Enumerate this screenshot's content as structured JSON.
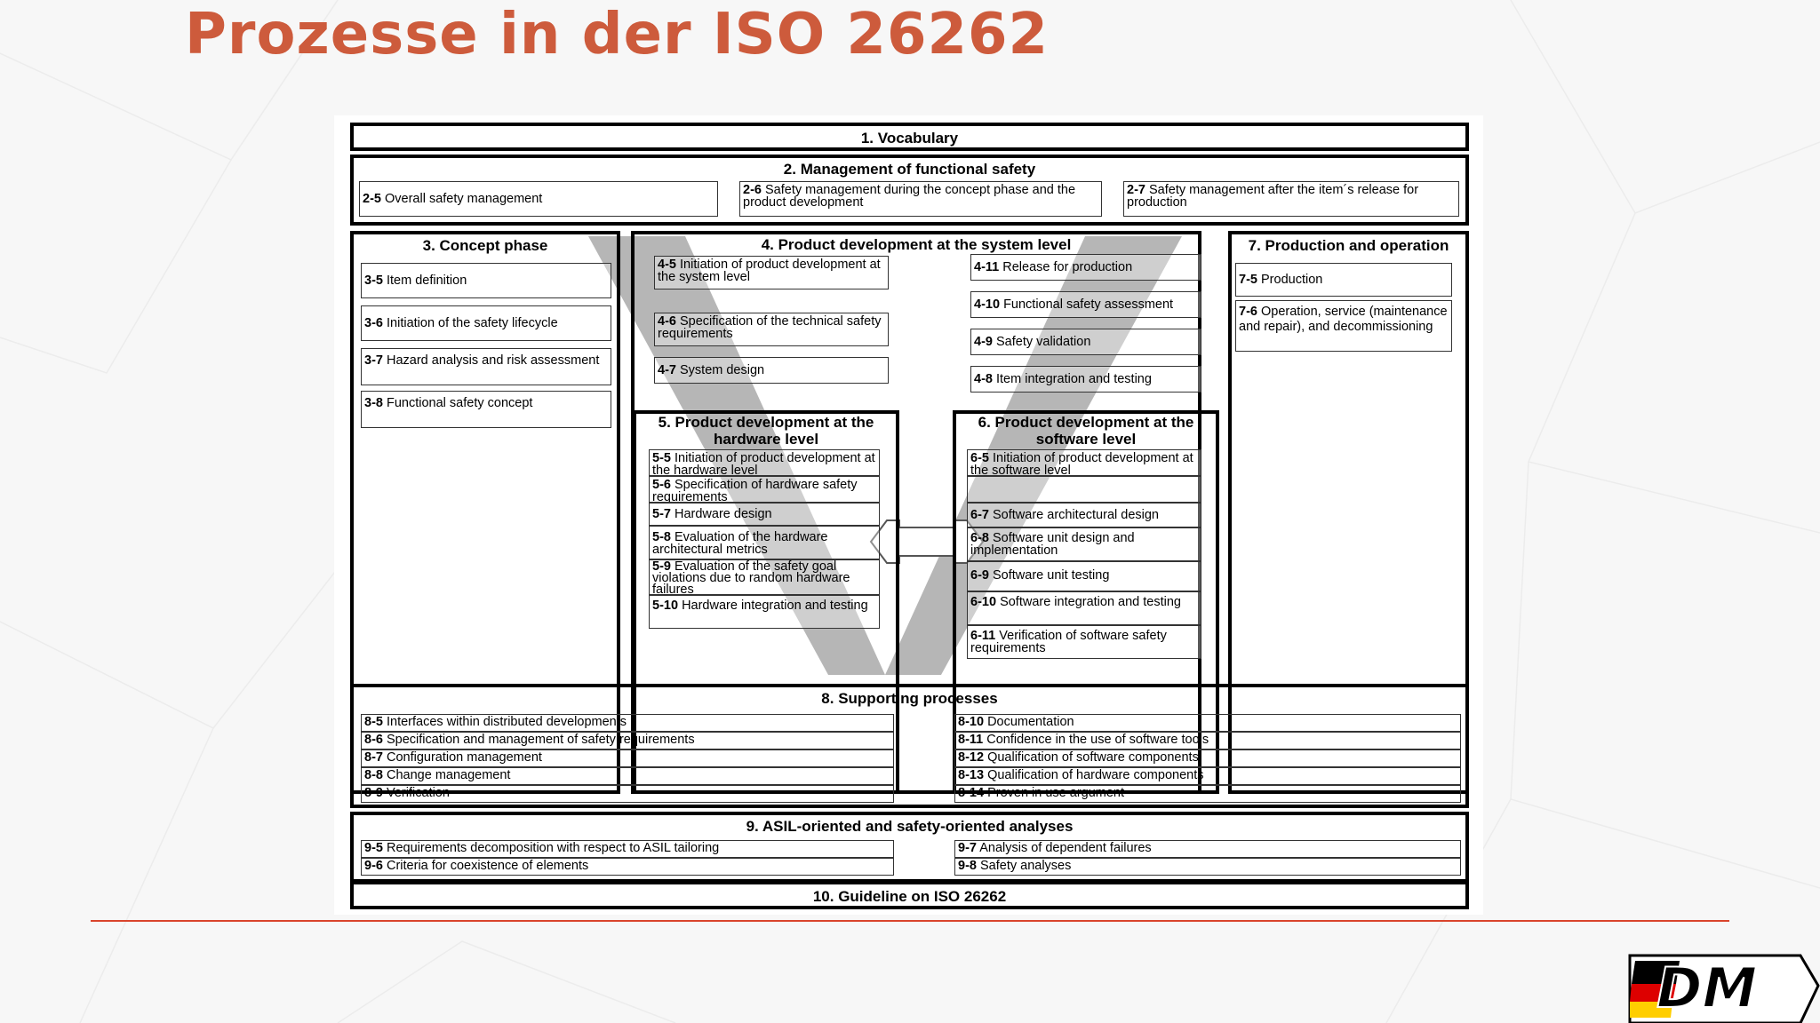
{
  "slide": {
    "title": "Prozesse in der ISO 26262",
    "colors": {
      "title": "#cd5b3c",
      "rule": "#d9442c",
      "v_shape": "#7a7a7a"
    }
  },
  "diagram": {
    "vocabulary": "1. Vocabulary",
    "management": {
      "header": "2. Management of functional safety",
      "items": [
        {
          "num": "2-5",
          "text": "Overall safety management"
        },
        {
          "num": "2-6",
          "text": "Safety management during the  concept phase and the product development"
        },
        {
          "num": "2-7",
          "text": "Safety management after the item´s release for production"
        }
      ]
    },
    "concept": {
      "header": "3. Concept phase",
      "items": [
        {
          "num": "3-5",
          "text": "Item definition"
        },
        {
          "num": "3-6",
          "text": "Initiation of the safety lifecycle"
        },
        {
          "num": "3-7",
          "text": "Hazard analysis and risk assessment"
        },
        {
          "num": "3-8",
          "text": "Functional safety concept"
        }
      ]
    },
    "system": {
      "header": "4. Product development at the system level",
      "left": [
        {
          "num": "4-5",
          "text": "Initiation of product development at the system level"
        },
        {
          "num": "4-6",
          "text": "Specification of the technical safety requirements"
        },
        {
          "num": "4-7",
          "text": "System design"
        }
      ],
      "right": [
        {
          "num": "4-11",
          "text": "Release for production"
        },
        {
          "num": "4-10",
          "text": "Functional safety assessment"
        },
        {
          "num": "4-9",
          "text": "Safety validation"
        },
        {
          "num": "4-8",
          "text": "Item integration and testing"
        }
      ]
    },
    "hardware": {
      "header_line1": "5. Product development at the",
      "header_line2": "hardware level",
      "items": [
        {
          "num": "5-5",
          "text": "Initiation of product development at the hardware level"
        },
        {
          "num": "5-6",
          "text": "Specification of hardware safety requirements"
        },
        {
          "num": "5-7",
          "text": "Hardware design"
        },
        {
          "num": "5-8",
          "text": "Evaluation of  the hardware architectural metrics"
        },
        {
          "num": "5-9",
          "text": "Evaluation of  the safety goal violations due to random hardware failures"
        },
        {
          "num": "5-10",
          "text": "Hardware integration and testing"
        }
      ]
    },
    "software": {
      "header_line1": "6. Product development at the",
      "header_line2": "software level",
      "items": [
        {
          "num": "6-5",
          "text": "Initiation of product development at the software level"
        },
        {
          "num": "",
          "text": ""
        },
        {
          "num": "6-7",
          "text": "Software architectural design"
        },
        {
          "num": "6-8",
          "text": "Software unit design and implementation"
        },
        {
          "num": "6-9",
          "text": "Software unit testing"
        },
        {
          "num": "6-10",
          "text": "Software integration and testing"
        },
        {
          "num": "6-11",
          "text": "Verification of software safety requirements"
        }
      ]
    },
    "production": {
      "header": "7. Production and operation",
      "items": [
        {
          "num": "7-5",
          "text": "Production"
        },
        {
          "num": "7-6",
          "text": "Operation, service (maintenance and repair), and decommissioning"
        }
      ]
    },
    "supporting": {
      "header": "8. Supporting processes",
      "left": [
        {
          "num": "8-5",
          "text": "Interfaces within distributed developments"
        },
        {
          "num": "8-6",
          "text": "Specification and management of safety requirements"
        },
        {
          "num": "8-7",
          "text": "Configuration management"
        },
        {
          "num": "8-8",
          "text": "Change management"
        },
        {
          "num": "8-9",
          "text": "Verification"
        }
      ],
      "right": [
        {
          "num": "8-10",
          "text": "Documentation"
        },
        {
          "num": "8-11",
          "text": "Confidence in the use of software tools"
        },
        {
          "num": "8-12",
          "text": "Qualification of software components"
        },
        {
          "num": "8-13",
          "text": "Qualification of hardware components"
        },
        {
          "num": "8-14",
          "text": "Proven in use argument"
        }
      ]
    },
    "asil": {
      "header": "9. ASIL-oriented and safety-oriented analyses",
      "left": [
        {
          "num": "9-5",
          "text": "Requirements decomposition with respect to ASIL tailoring"
        },
        {
          "num": "9-6",
          "text": "Criteria for coexistence of elements"
        }
      ],
      "right": [
        {
          "num": "9-7",
          "text": "Analysis of dependent failures"
        },
        {
          "num": "9-8",
          "text": "Safety analyses"
        }
      ]
    },
    "guideline": "10. Guideline on ISO 26262"
  },
  "logo": {
    "text": "DM",
    "icon": "dm-logo-icon",
    "flag_colors": [
      "#000000",
      "#dd0000",
      "#ffce00"
    ]
  }
}
